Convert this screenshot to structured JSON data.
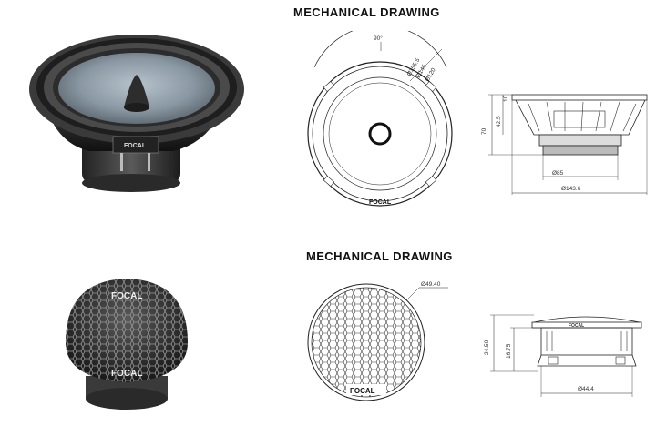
{
  "headings": {
    "woofer_section": "MECHANICAL DRAWING",
    "tweeter_section": "MECHANICAL DRAWING"
  },
  "woofer": {
    "brand_label": "FOCAL",
    "front_view": {
      "angle_label": "90°",
      "diameter_labels": [
        "Ø155.5",
        "Ø145",
        "Ø120"
      ],
      "logo": "FOCAL"
    },
    "side_view": {
      "height_total": "70",
      "height_top": "10",
      "height_mid": "42.5",
      "magnet_diameter": "Ø85",
      "outer_diameter": "Ø143.6"
    }
  },
  "tweeter": {
    "brand_label": "FOCAL",
    "front_view": {
      "diameter_label": "Ø49.40",
      "logo": "FOCAL"
    },
    "side_view": {
      "height_total": "24.50",
      "height_inner": "16.75",
      "diameter": "Ø44.4",
      "logo": "FOCAL"
    }
  }
}
